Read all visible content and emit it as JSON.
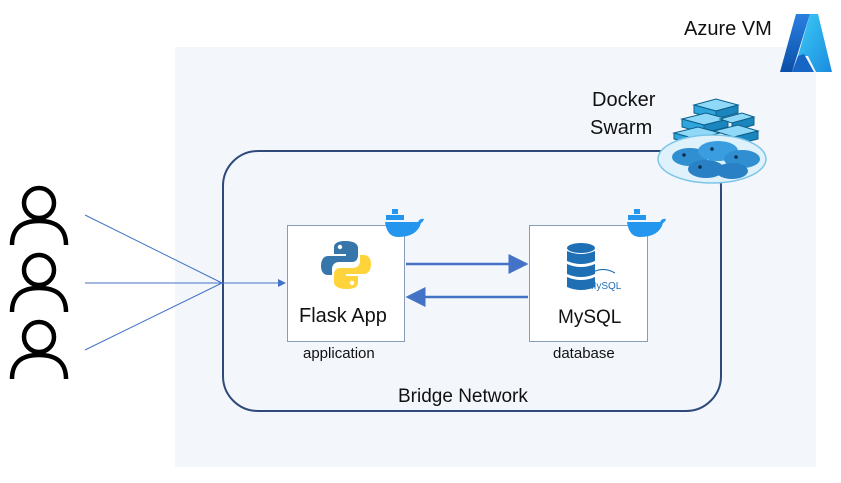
{
  "vm": {
    "label": "Azure VM"
  },
  "swarm": {
    "label_line1": "Docker",
    "label_line2": "Swarm"
  },
  "network": {
    "label": "Bridge Network"
  },
  "app": {
    "title": "Flask App",
    "role": "application"
  },
  "db": {
    "title": "MySQL",
    "role": "database",
    "logo_text": "MySQL"
  },
  "colors": {
    "azure": "#0078d4",
    "docker": "#2496ed",
    "python_blue": "#3776ab",
    "python_yellow": "#ffd43b",
    "db_blue": "#1f6fb5",
    "edge": "#4472c4",
    "border": "#2f4a7a"
  },
  "icons": [
    "user-icon",
    "python-icon",
    "mysql-icon",
    "docker-icon",
    "docker-swarm-icon",
    "azure-icon"
  ]
}
